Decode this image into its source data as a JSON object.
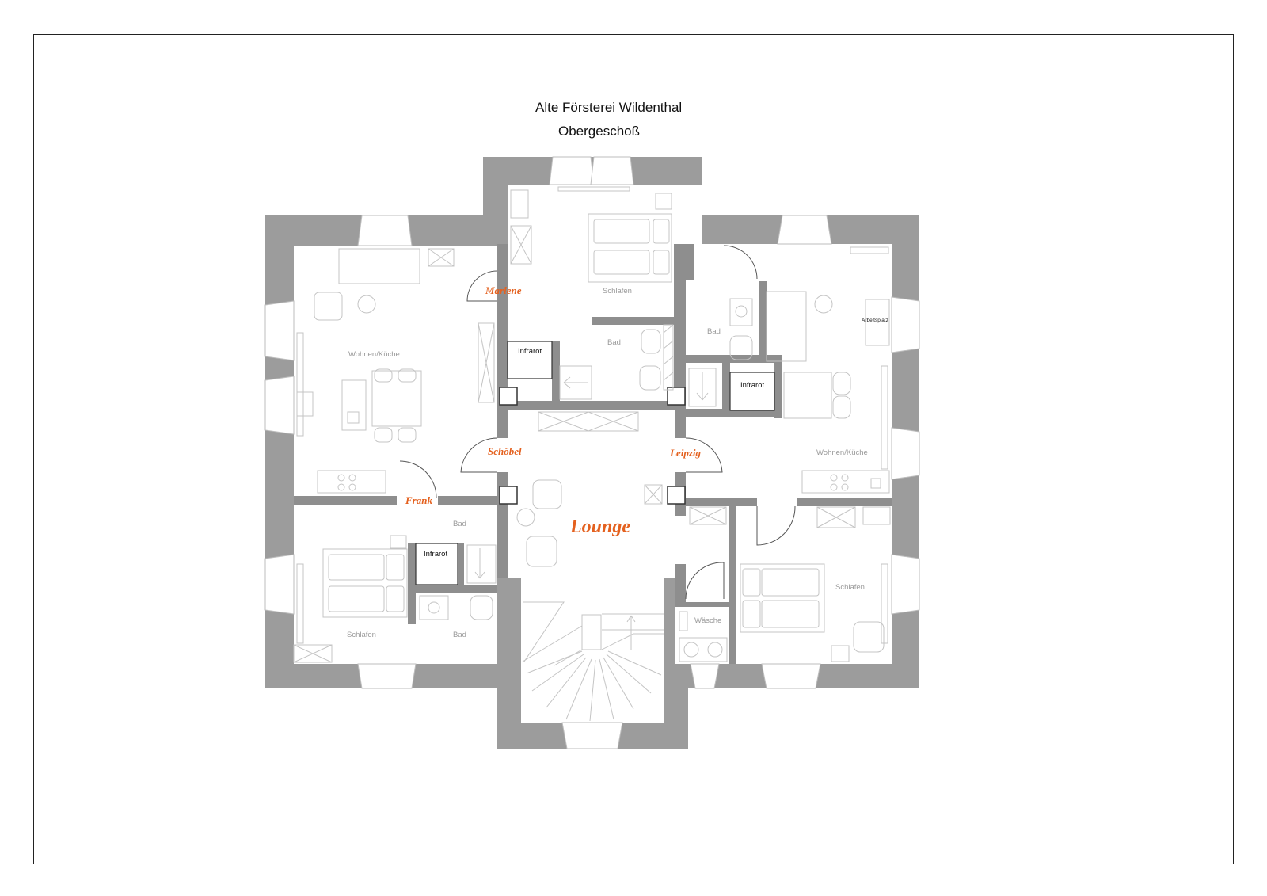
{
  "header": {
    "title": "Alte Försterei Wildenthal",
    "subtitle": "Obergeschoß"
  },
  "apartments": {
    "marlene": "Marlene",
    "schoebel": "Schöbel",
    "leipzig": "Leipzig",
    "frank": "Frank",
    "lounge": "Lounge"
  },
  "rooms": {
    "wohnen_kueche_west": "Wohnen/Küche",
    "wohnen_kueche_east": "Wohnen/Küche",
    "schlafen_north": "Schlafen",
    "schlafen_southwest": "Schlafen",
    "schlafen_southeast": "Schlafen",
    "bad_north": "Bad",
    "bad_east": "Bad",
    "bad_sw_top": "Bad",
    "bad_sw_bottom": "Bad",
    "waesche": "Wäsche",
    "arbeitsplatz": "Arbeitsplatz"
  },
  "infrared": {
    "north": "Infrarot",
    "east": "Infrarot",
    "southwest": "Infrarot"
  },
  "colors": {
    "wall": "#9c9c9c",
    "apartment_name": "#e4611f",
    "furniture_line": "#c4c4c4"
  }
}
